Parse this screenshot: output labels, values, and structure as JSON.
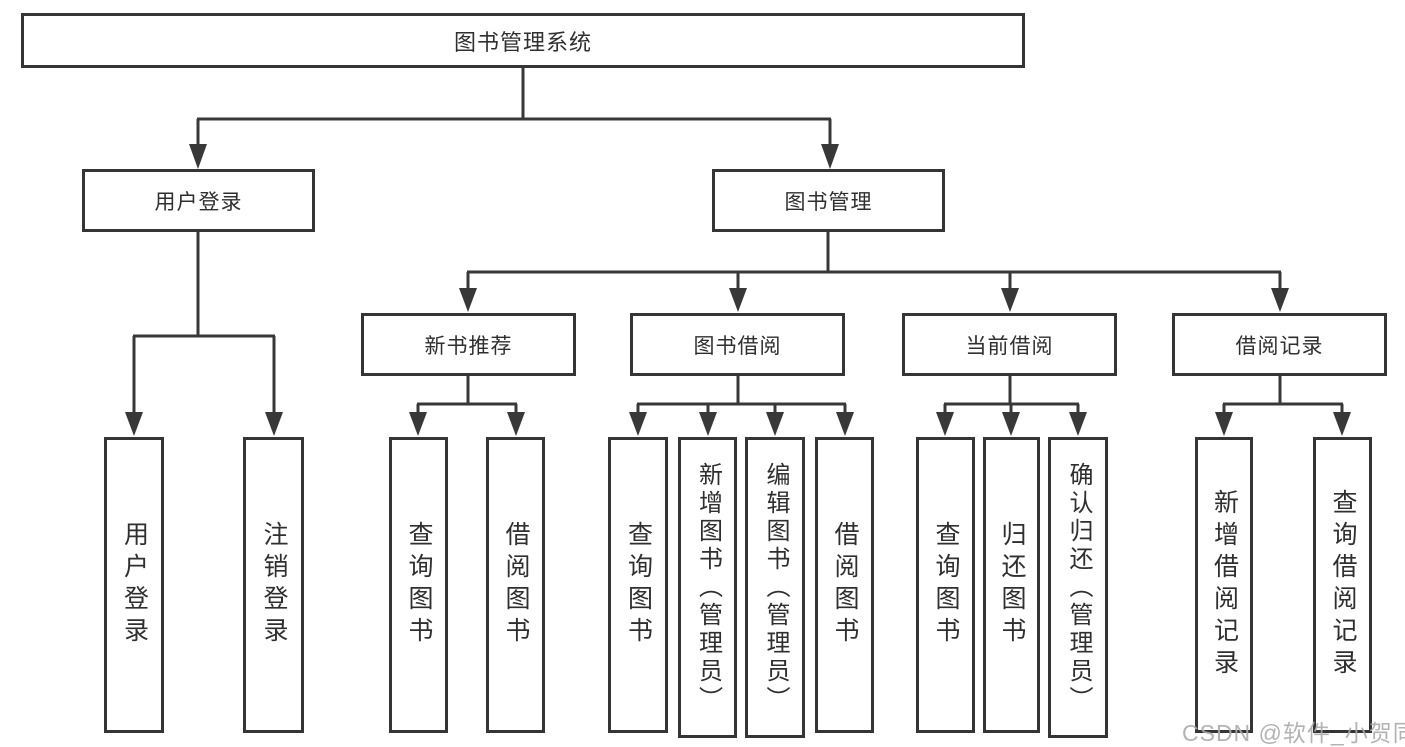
{
  "page": {
    "background": "#ffffff",
    "line_color": "#383838",
    "box_border_color": "#353535",
    "text_color": "#2f2f2f"
  },
  "tree": {
    "root": {
      "label": "图书管理系统",
      "children": [
        {
          "label": "用户登录",
          "children": [
            {
              "label": "用户登录"
            },
            {
              "label": "注销登录"
            }
          ]
        },
        {
          "label": "图书管理",
          "children": [
            {
              "label": "新书推荐",
              "children": [
                {
                  "label": "查询图书"
                },
                {
                  "label": "借阅图书"
                }
              ]
            },
            {
              "label": "图书借阅",
              "children": [
                {
                  "label": "查询图书"
                },
                {
                  "label": "新增图书（管理员）"
                },
                {
                  "label": "编辑图书（管理员）"
                },
                {
                  "label": "借阅图书"
                }
              ]
            },
            {
              "label": "当前借阅",
              "children": [
                {
                  "label": "查询图书"
                },
                {
                  "label": "归还图书"
                },
                {
                  "label": "确认归还（管理员）"
                }
              ]
            },
            {
              "label": "借阅记录",
              "children": [
                {
                  "label": "新增借阅记录"
                },
                {
                  "label": "查询借阅记录"
                }
              ]
            }
          ]
        }
      ]
    }
  },
  "watermark": {
    "text": "CSDN @软件_小贺同学",
    "color": "#ababab"
  }
}
